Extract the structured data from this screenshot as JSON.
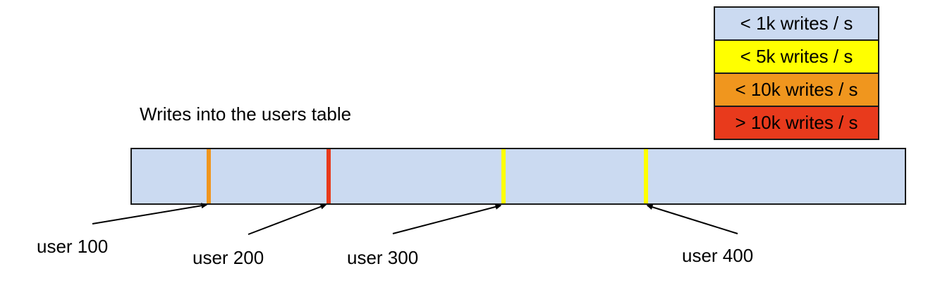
{
  "title": "Writes into the users table",
  "legend": {
    "items": [
      {
        "label": "< 1k writes / s",
        "color": "#cbdaf1"
      },
      {
        "label": "< 5k writes / s",
        "color": "#ffff00"
      },
      {
        "label": "< 10k writes / s",
        "color": "#f0961e"
      },
      {
        "label": "> 10k writes / s",
        "color": "#e83a1c"
      }
    ]
  },
  "bar": {
    "fill_color": "#cbdaf1"
  },
  "markers": [
    {
      "label": "user 100",
      "rate": "< 10k writes / s",
      "color": "#f0961e",
      "left": "9.7%"
    },
    {
      "label": "user 200",
      "rate": "> 10k writes / s",
      "color": "#e83a1c",
      "left": "25.2%"
    },
    {
      "label": "user 300",
      "rate": "< 5k writes / s",
      "color": "#ffff00",
      "left": "47.8%"
    },
    {
      "label": "user 400",
      "rate": "< 5k writes / s",
      "color": "#ffff00",
      "left": "66.2%"
    }
  ]
}
